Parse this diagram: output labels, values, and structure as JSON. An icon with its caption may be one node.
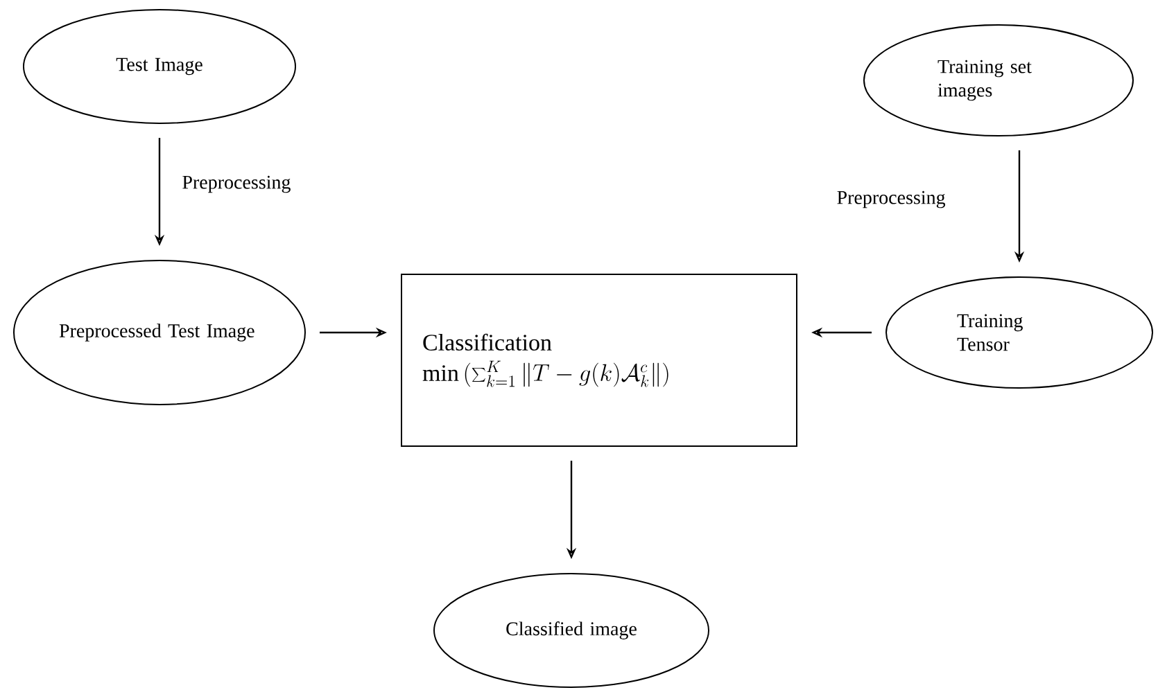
{
  "diagram": {
    "nodes": [
      {
        "text": [
          "Test Image"
        ]
      },
      {
        "text": [
          "Training set images"
        ]
      },
      {
        "text": [
          "Preprocessed Test Image"
        ]
      },
      {
        "text": [
          "Classification",
          "\\min\\,(\\sum_{k=1}^{K}\\|T-g(k)\\mathcal{A}_k^c\\|)"
        ]
      },
      {
        "text": [
          "Training Tensor"
        ]
      },
      {
        "text": [
          "Classified image"
        ]
      }
    ],
    "edges": [
      {
        "from": 0,
        "to": 2,
        "arrow": "to",
        "label": "Preprocessing"
      },
      {
        "from": 1,
        "to": 4,
        "arrow": "to",
        "label": "Preprocessing"
      },
      {
        "from": 2,
        "to": 3,
        "arrow": "to"
      },
      {
        "from": 4,
        "to": 3,
        "arrow": "to"
      },
      {
        "from": 3,
        "to": 5,
        "arrow": "to"
      }
    ]
  }
}
